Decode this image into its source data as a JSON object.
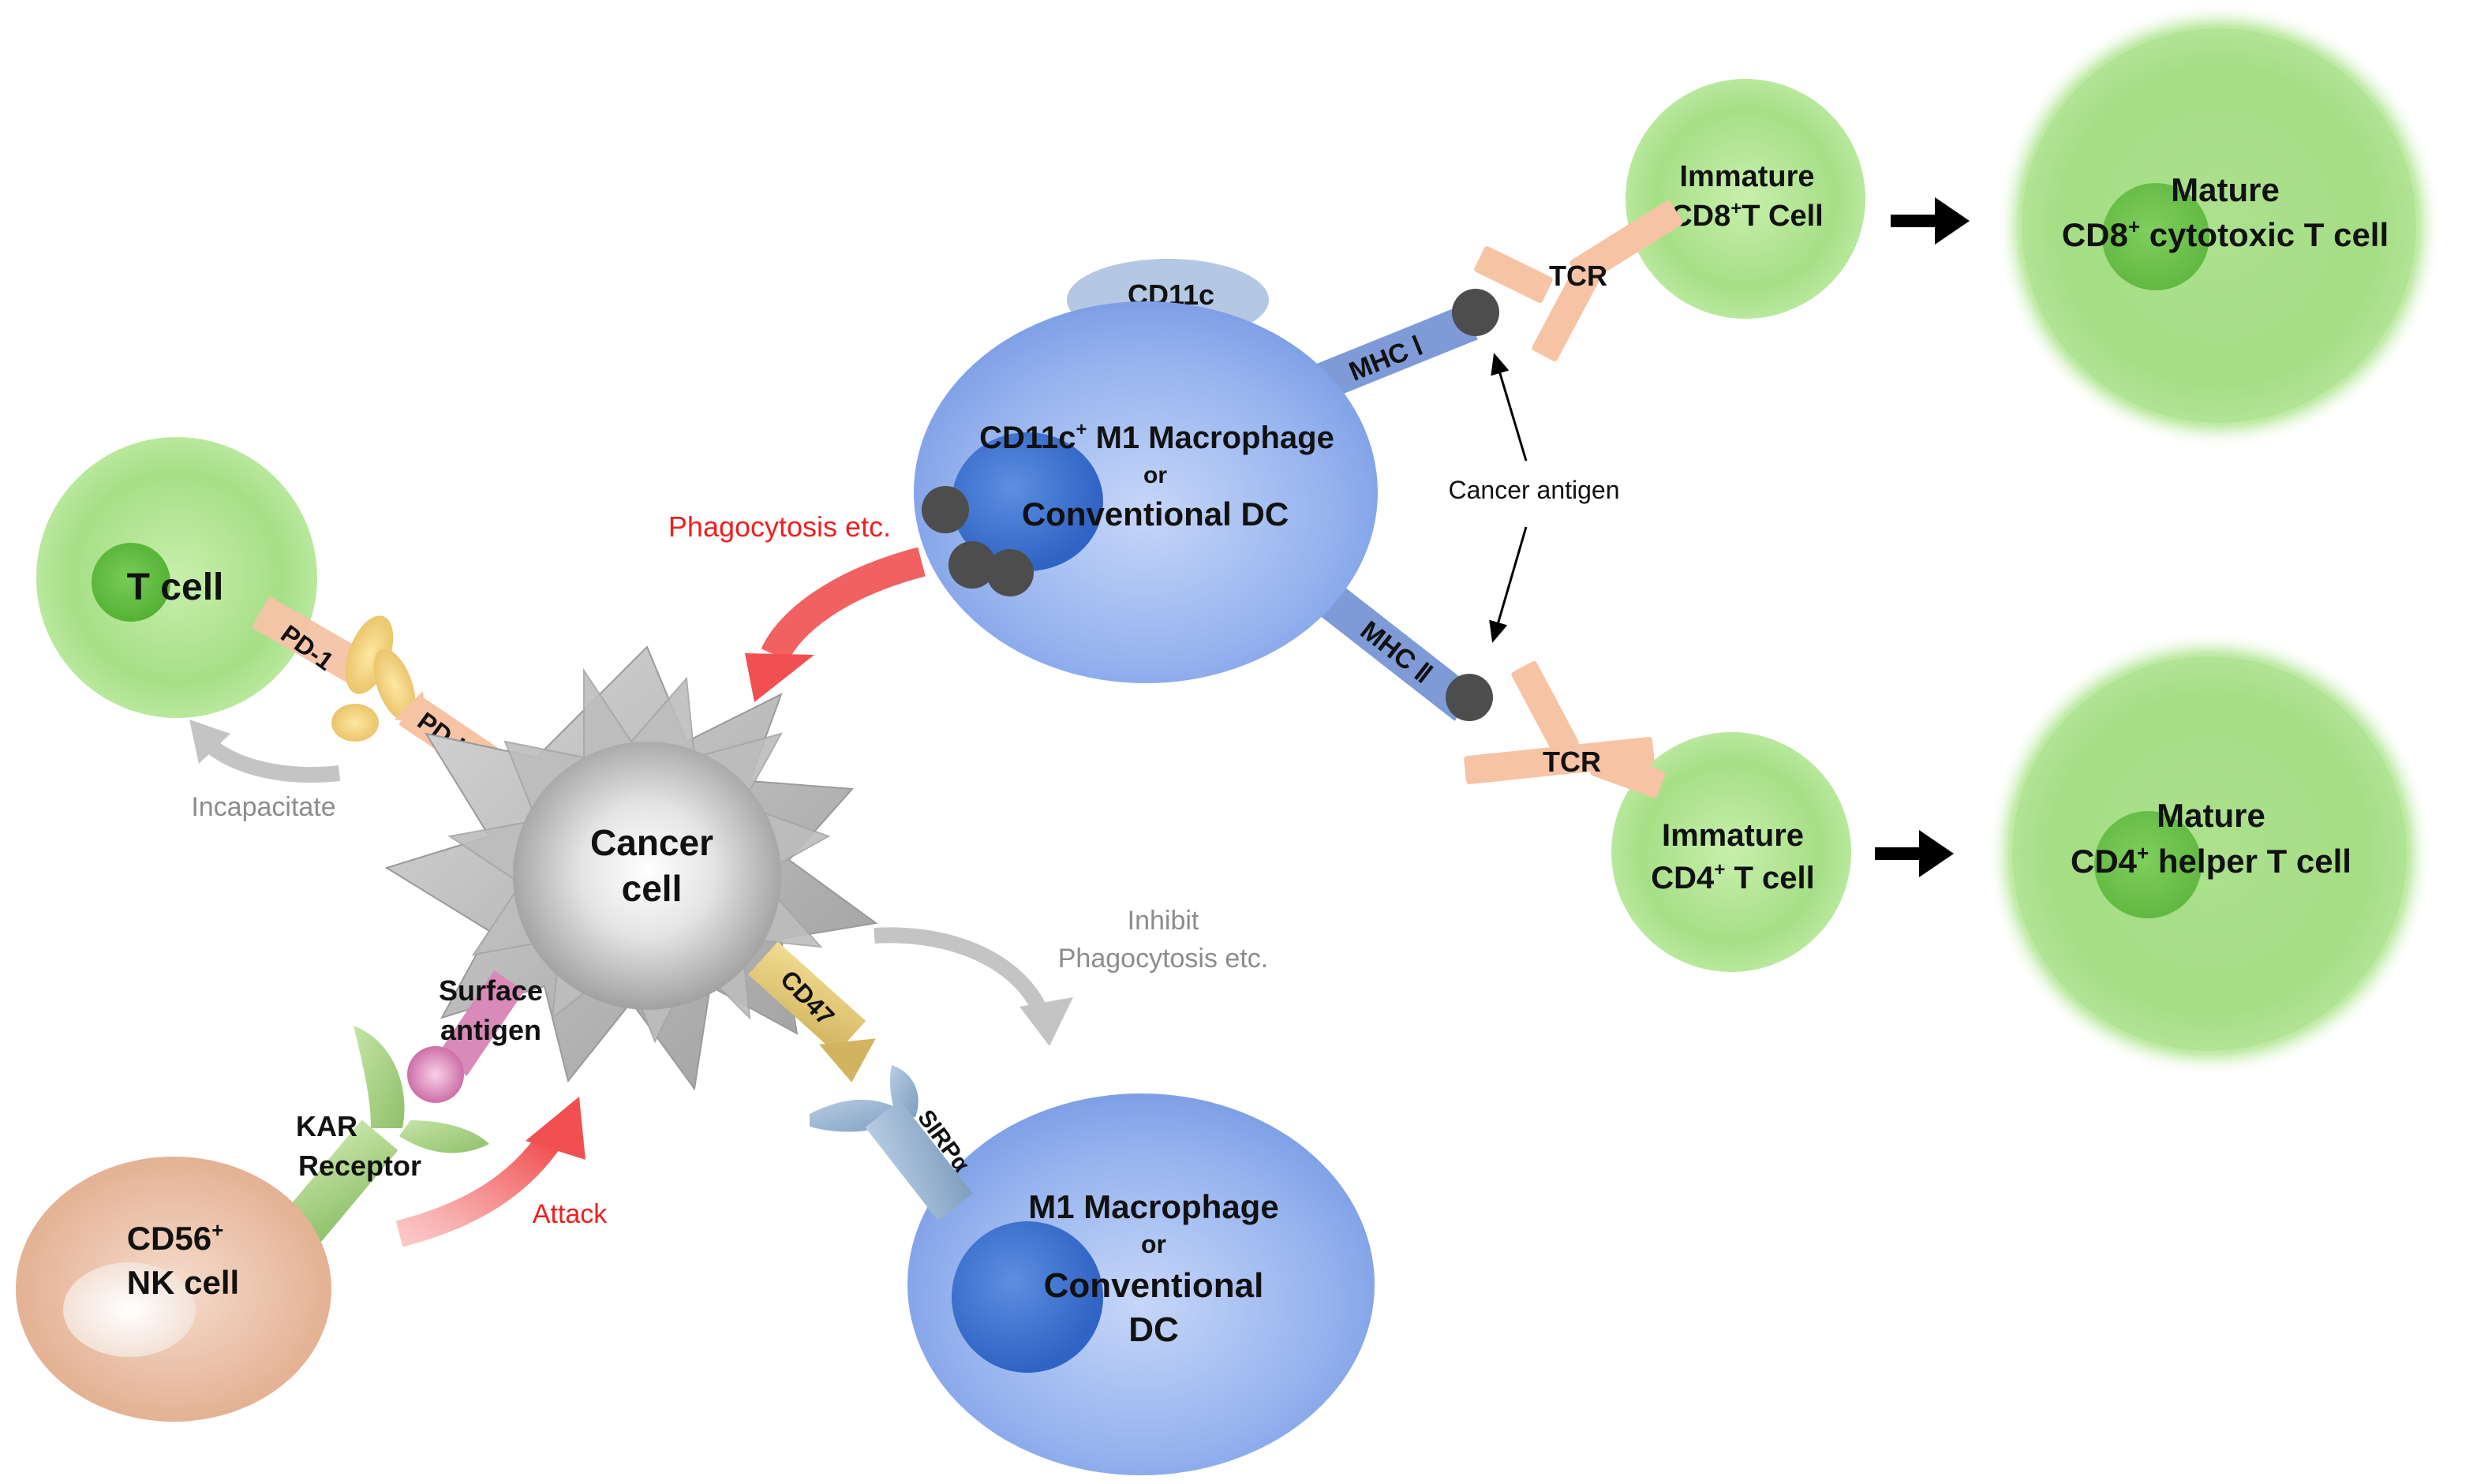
{
  "colors": {
    "green_cell": "#a6df86",
    "green_nucleus": "#5cb83c",
    "blue_cell": "#8fb0ee",
    "blue_nucleus": "#3a6fd0",
    "nk_cell": "#e8b89a",
    "red_arrow": "#f05050",
    "red_text": "#ee2020",
    "grey_arrow": "#c0c0c0",
    "grey_text": "#8c8c8c",
    "receptor_peach": "#f6c3a5",
    "mhc_blue": "#7e9bd8",
    "antigen_dot": "#4d4d4d"
  },
  "cells": {
    "t_cell": "T cell",
    "nk_cell_line1": "CD56",
    "nk_cell_sup": "+",
    "nk_cell_line2": "NK cell",
    "cancer_line1": "Cancer",
    "cancer_line2": "cell",
    "apc_top_line1": "CD11c",
    "apc_top_sup": "+",
    "apc_top_line1_rest": " M1 Macrophage",
    "apc_top_or": "or",
    "apc_top_line3": "Conventional DC",
    "cd11c": "CD11c",
    "apc_bottom_line1": "M1 Macrophage",
    "apc_bottom_or": "or",
    "apc_bottom_line3": "Conventional",
    "apc_bottom_line4": "DC",
    "imm_cd8_line1": "Immature",
    "imm_cd8_a": "CD8",
    "imm_cd8_sup": "+",
    "imm_cd8_b": "T Cell",
    "imm_cd4_line1": "Immature",
    "imm_cd4_a": "CD4",
    "imm_cd4_sup": "+",
    "imm_cd4_b": " T cell",
    "mat_cd8_line1": "Mature",
    "mat_cd8_a": "CD8",
    "mat_cd8_sup": "+",
    "mat_cd8_b": " cytotoxic T cell",
    "mat_cd4_line1": "Mature",
    "mat_cd4_a": "CD4",
    "mat_cd4_sup": "+",
    "mat_cd4_b": " helper T cell"
  },
  "molecules": {
    "pd1": "PD-1",
    "pdl1": "PD-L1",
    "cd47": "CD47",
    "sirpa": "SIRPα",
    "mhc1": "MHC Ⅰ",
    "mhc2": "MHC Ⅱ",
    "tcr_top": "TCR",
    "tcr_bottom": "TCR",
    "surface_antigen_1": "Surface",
    "surface_antigen_2": "antigen",
    "kar_1": "KAR",
    "kar_2": "Receptor",
    "cancer_antigen": "Cancer antigen"
  },
  "annotations": {
    "phagocytosis": "Phagocytosis etc.",
    "incapacitate": "Incapacitate",
    "attack": "Attack",
    "inhibit_1": "Inhibit",
    "inhibit_2": "Phagocytosis etc."
  }
}
